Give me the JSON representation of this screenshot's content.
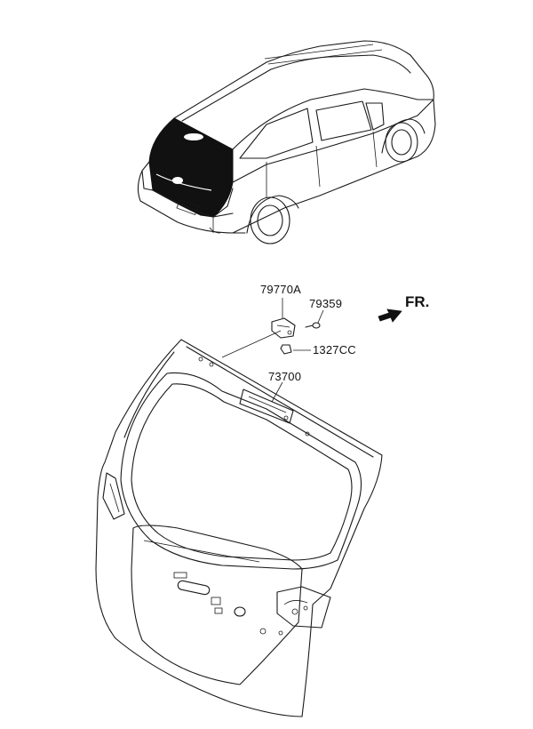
{
  "parts": {
    "bracket": "79770A",
    "bolt": "79359",
    "nut": "1327CC",
    "tailgate": "73700"
  },
  "direction": "FR."
}
